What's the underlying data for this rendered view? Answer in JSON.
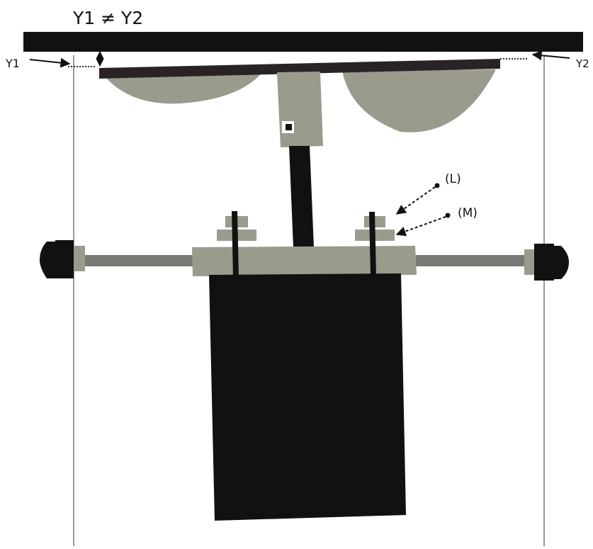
{
  "title": "Y1 ≠ Y2",
  "labels": {
    "y1": "Y1",
    "y2": "Y2",
    "l": "(L)",
    "m": "(M)"
  },
  "colors": {
    "background": "#ffffff",
    "dark": "#111111",
    "beam": "#2a2326",
    "gray": "#9a9b8d",
    "rod": "#7a7a74",
    "guide_line": "#9a9a92"
  }
}
